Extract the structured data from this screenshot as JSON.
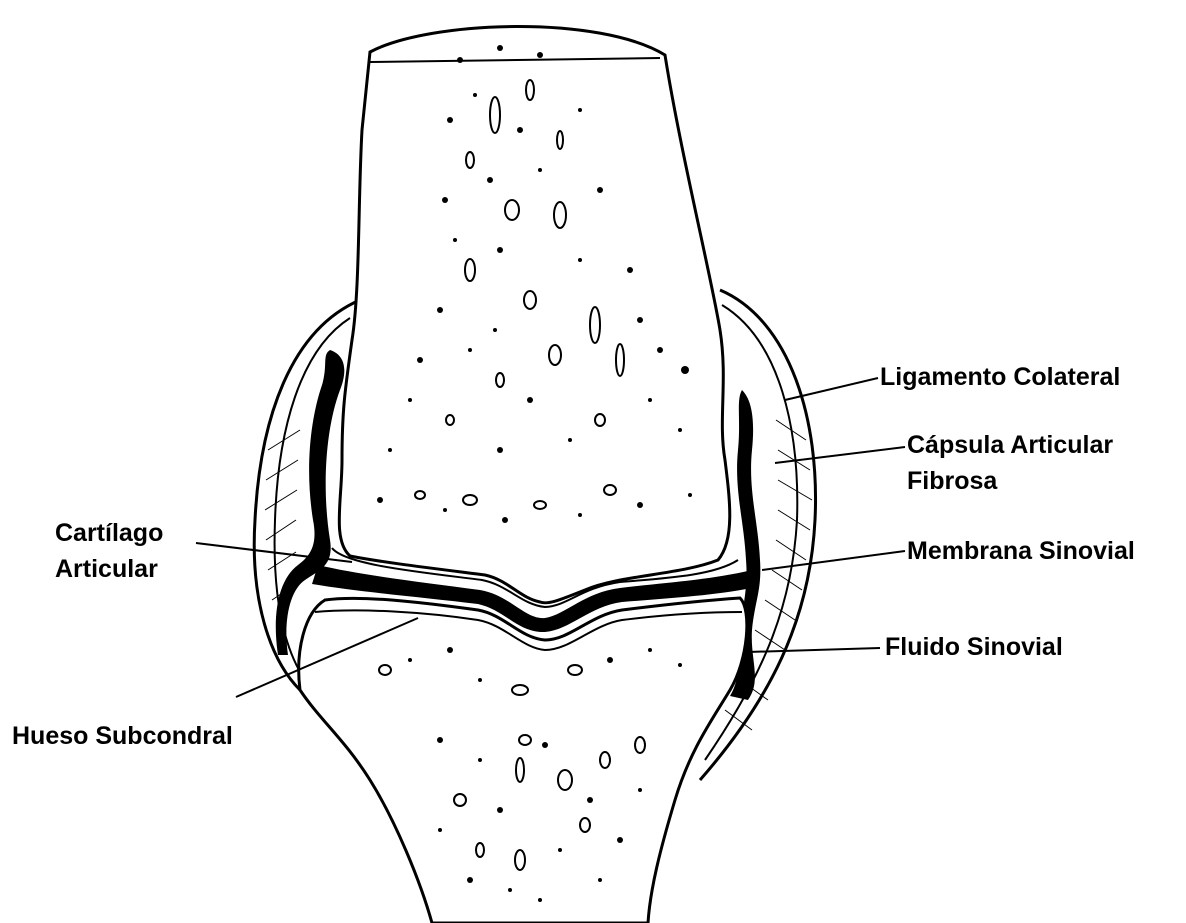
{
  "labels": {
    "ligamento_colateral": "Ligamento Colateral",
    "capsula_line1": "Cápsula Articular",
    "capsula_line2": "Fibrosa",
    "membrana_sinovial": "Membrana Sinovial",
    "fluido_sinovial": "Fluido Sinovial",
    "cartilago_line1": "Cartílago",
    "cartilago_line2": "Articular",
    "hueso_subcondral": "Hueso Subcondral"
  },
  "colors": {
    "ink": "#000000",
    "paper": "#ffffff"
  }
}
